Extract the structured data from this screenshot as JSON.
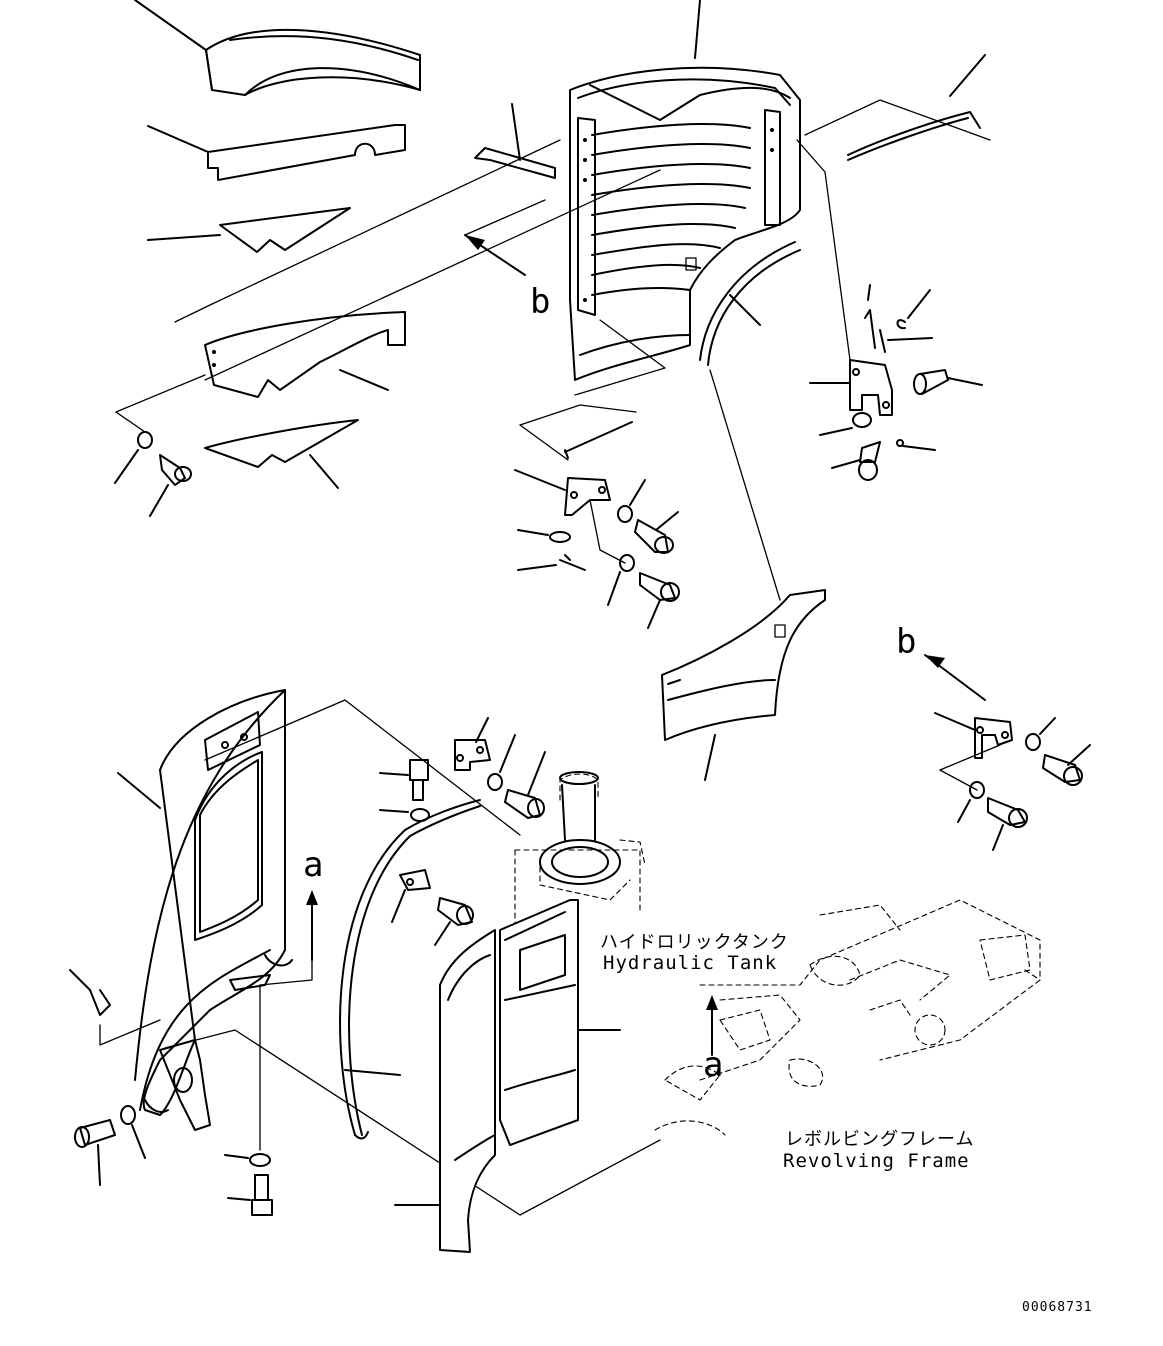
{
  "view_refs": {
    "b_top": "b",
    "b_right": "b",
    "a_left": "a",
    "a_frame": "a"
  },
  "callouts": {
    "hydraulic_tank_ja": "ハイドロリックタンク",
    "hydraulic_tank_en": "Hydraulic Tank",
    "revolving_frame_ja": "レボルビングフレーム",
    "revolving_frame_en": "Revolving Frame"
  },
  "drawing_number": "00068731"
}
